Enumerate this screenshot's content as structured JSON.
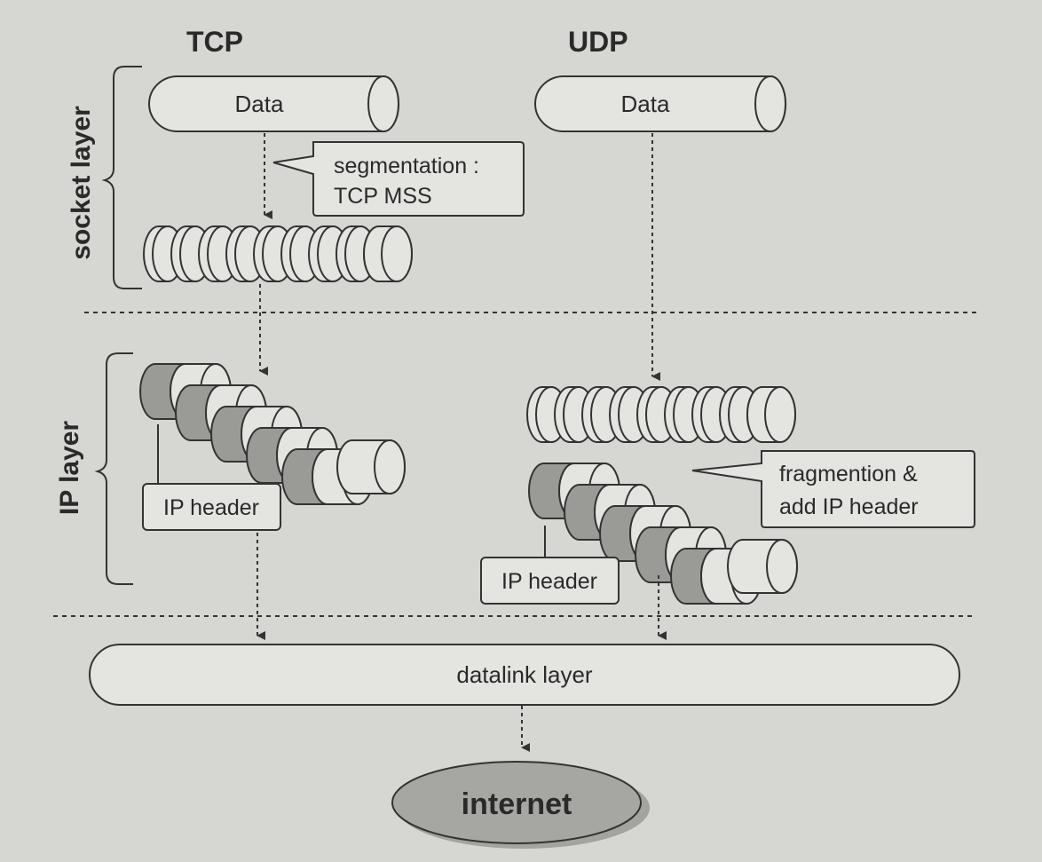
{
  "columns": {
    "tcp": "TCP",
    "udp": "UDP"
  },
  "layers": {
    "socket": "socket layer",
    "ip": "IP layer",
    "datalink": "datalink layer",
    "internet": "internet"
  },
  "tcp": {
    "data_label": "Data",
    "segmentation_callout": [
      "segmentation :",
      "TCP MSS"
    ],
    "ip_header_label": "IP header"
  },
  "udp": {
    "data_label": "Data",
    "fragmentation_callout": [
      "fragmention &",
      "add IP header"
    ],
    "ip_header_label": "IP header"
  },
  "colors": {
    "background": "#d6d6d3",
    "stroke": "#333333",
    "cylinder_fill": "#e4e4e1",
    "ip_header_fill": "#9a9a96",
    "internet_fill": "#a6a6a2"
  }
}
